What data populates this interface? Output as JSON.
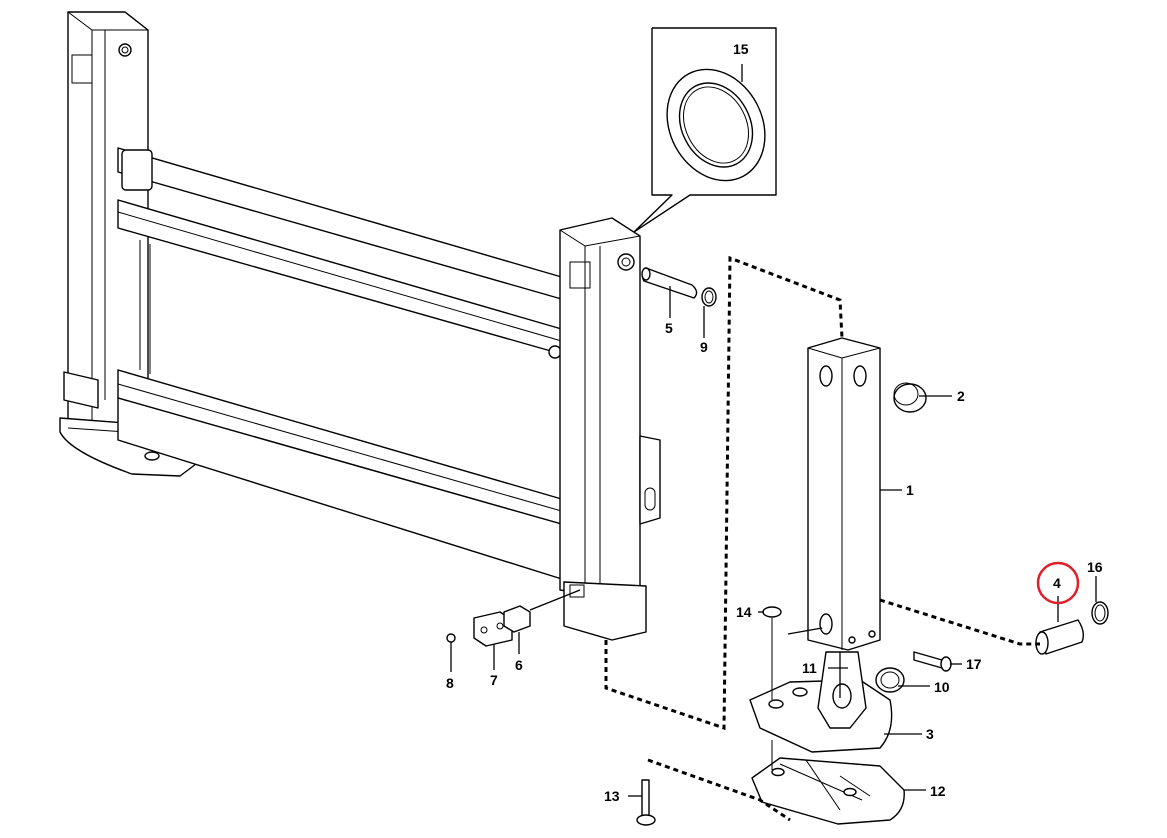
{
  "diagram": {
    "callouts": [
      {
        "id": "c1",
        "text": "1"
      },
      {
        "id": "c2",
        "text": "2"
      },
      {
        "id": "c3",
        "text": "3"
      },
      {
        "id": "c4",
        "text": "4",
        "highlighted": true
      },
      {
        "id": "c5",
        "text": "5"
      },
      {
        "id": "c6",
        "text": "6"
      },
      {
        "id": "c7",
        "text": "7"
      },
      {
        "id": "c8",
        "text": "8"
      },
      {
        "id": "c9",
        "text": "9"
      },
      {
        "id": "c10",
        "text": "10"
      },
      {
        "id": "c11",
        "text": "11"
      },
      {
        "id": "c12",
        "text": "12"
      },
      {
        "id": "c13",
        "text": "13"
      },
      {
        "id": "c14",
        "text": "14"
      },
      {
        "id": "c15",
        "text": "15"
      },
      {
        "id": "c16",
        "text": "16"
      },
      {
        "id": "c17",
        "text": "17"
      }
    ],
    "colors": {
      "line": "#000000",
      "background": "#ffffff",
      "highlight": "#e0202a"
    }
  }
}
